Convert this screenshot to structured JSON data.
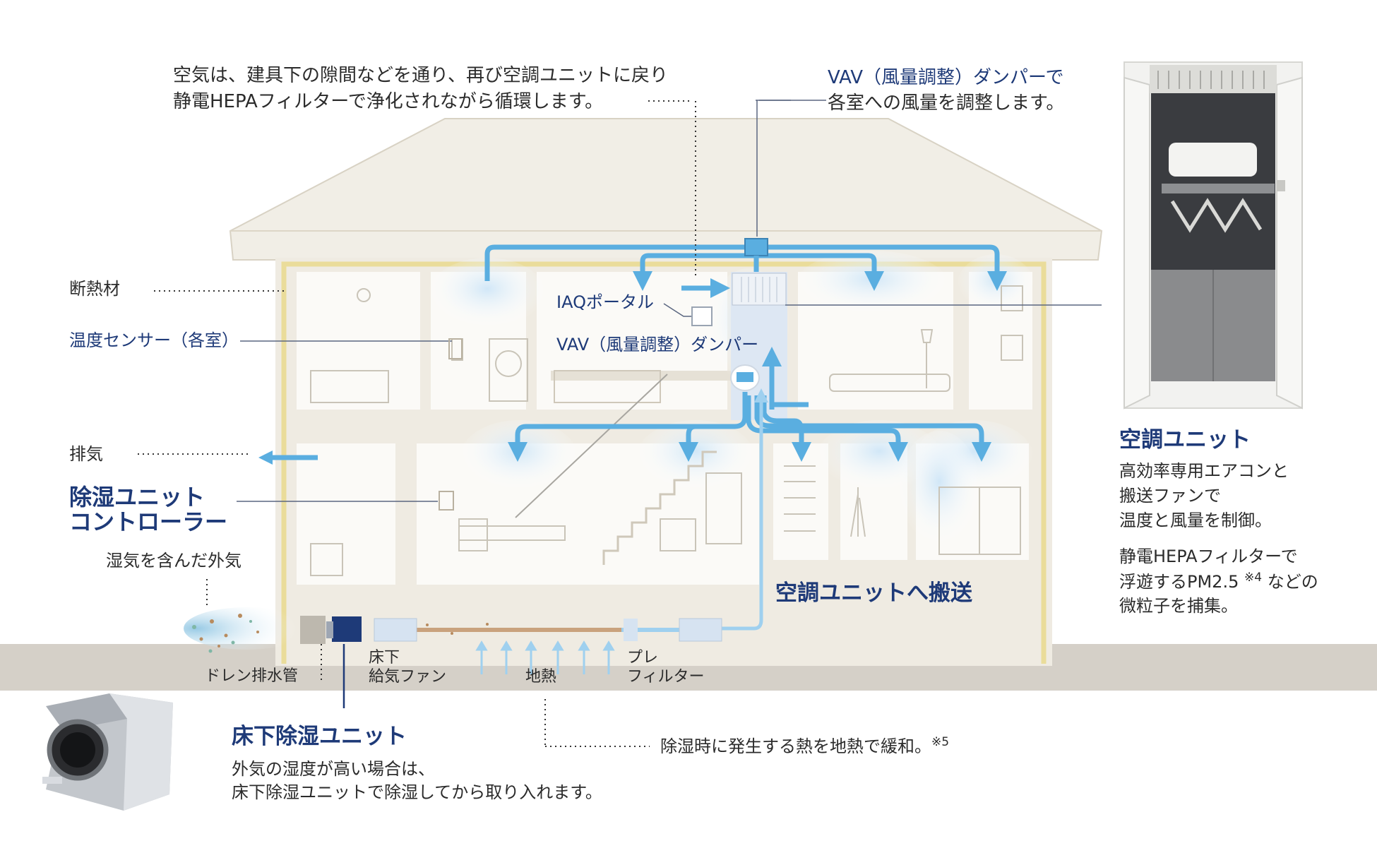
{
  "colors": {
    "duct": "#5aaee0",
    "navy": "#1e3a78",
    "wall": "#f1eee6",
    "insulation": "#efe2a6",
    "ground": "#d5d0c8"
  },
  "callouts": {
    "circulation": [
      "空気は、建具下の隙間などを通り、再び空調ユニットに戻り",
      "静電HEPAフィルターで浄化されながら循環します。"
    ],
    "vav_top": [
      "VAV（風量調整）ダンパーで",
      "各室への風量を調整します。"
    ],
    "insulation": "断熱材",
    "temp_sensor": "温度センサー（各室）",
    "exhaust": "排気",
    "dehum_controller": [
      "除湿ユニット",
      "コントローラー"
    ],
    "humid_air": "湿気を含んだ外気",
    "iaq_portal": "IAQポータル",
    "vav_damper": "VAV（風量調整）ダンパー",
    "to_ac_unit": "空調ユニットへ搬送",
    "drain": "ドレン排水管",
    "supply_fan": [
      "床下",
      "給気ファン"
    ],
    "geothermal": "地熱",
    "prefilter": [
      "プレ",
      "フィルター"
    ],
    "heat_note": "除湿時に発生する熱を地熱で緩和。",
    "heat_note_ref": "※5"
  },
  "ac_unit": {
    "title": "空調ユニット",
    "desc1": [
      "高効率専用エアコンと",
      "搬送ファンで",
      "温度と風量を制御。"
    ],
    "desc2_line1": "静電HEPAフィルターで",
    "desc2_line2_a": "浮遊するPM2.5",
    "desc2_line2_ref": "※4",
    "desc2_line2_b": "などの",
    "desc2_line3": "微粒子を捕集。"
  },
  "dehum_unit": {
    "title": "床下除湿ユニット",
    "desc": [
      "外気の湿度が高い場合は、",
      "床下除湿ユニットで除湿してから取り入れます。"
    ]
  }
}
